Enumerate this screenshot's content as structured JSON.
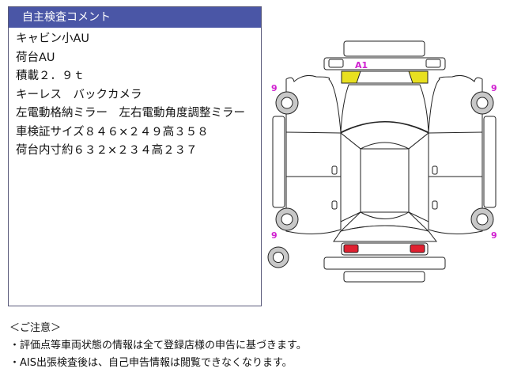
{
  "panel": {
    "title": "自主検査コメント",
    "lines": [
      "キャビン小AU",
      "荷台AU",
      "積載２．９ｔ",
      "キーレス　バックカメラ",
      "左電動格納ミラー　左右電動角度調整ミラー",
      "車検証サイズ８４６×２４９高３５８",
      "荷台内寸約６３２×２３４高２３７"
    ]
  },
  "diagram": {
    "front_mark": "A1",
    "wheel_marks": [
      "9",
      "9",
      "9",
      "9"
    ],
    "colors": {
      "headlight": "#e8e020",
      "taillight": "#e02030",
      "mark": "#d020d0",
      "wheel": "#c8c8c8"
    }
  },
  "notes": {
    "heading": "＜ご注意＞",
    "items": [
      "・評価点等車両状態の情報は全て登録店様の申告に基づきます。",
      "・AIS出張検査後は、自己申告情報は閲覧できなくなります。"
    ]
  }
}
